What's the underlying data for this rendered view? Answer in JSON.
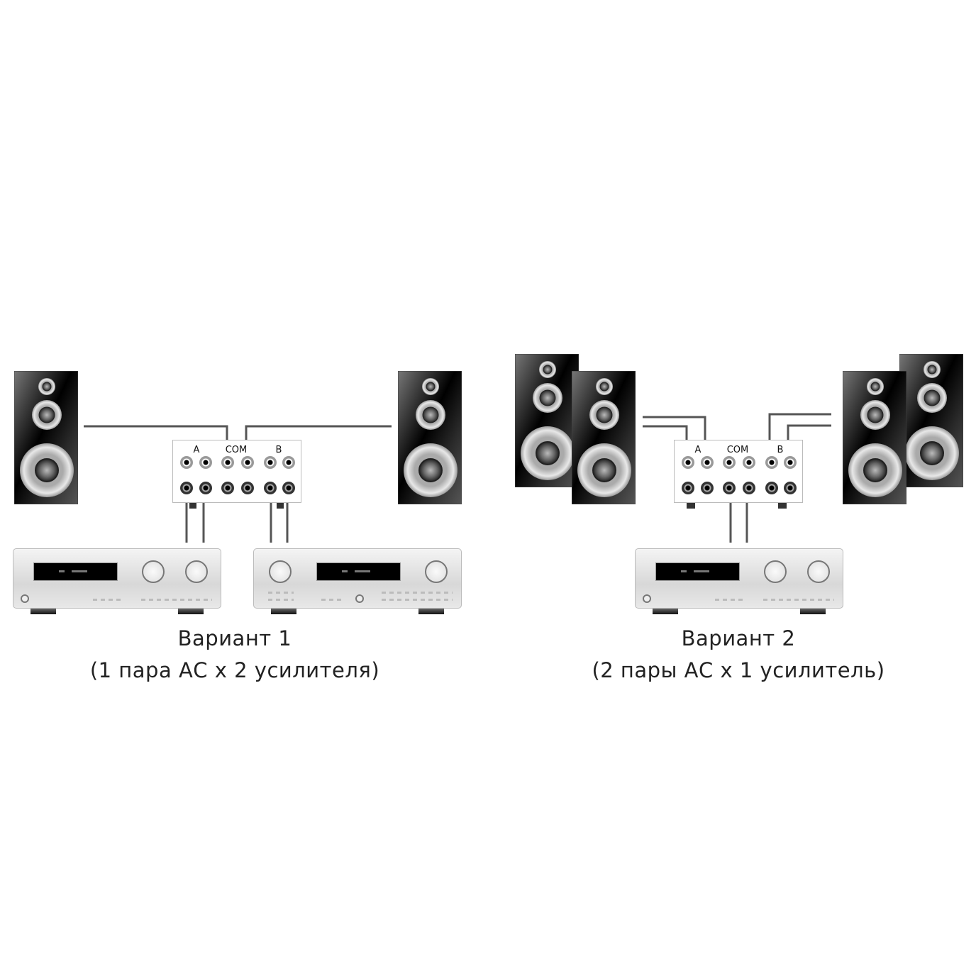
{
  "variant1": {
    "title": "Вариант 1",
    "subtitle": "(1 пара АС x 2 усилителя)",
    "switch": {
      "label_a": "A",
      "label_com": "COM",
      "label_b": "B"
    }
  },
  "variant2": {
    "title": "Вариант 2",
    "subtitle": "(2 пары АС x 1 усилитель)",
    "switch": {
      "label_a": "A",
      "label_com": "COM",
      "label_b": "B"
    }
  },
  "colors": {
    "wire": "#555555",
    "speaker_body": "#1a1a1a",
    "amp_body": "#e6e6e6"
  }
}
